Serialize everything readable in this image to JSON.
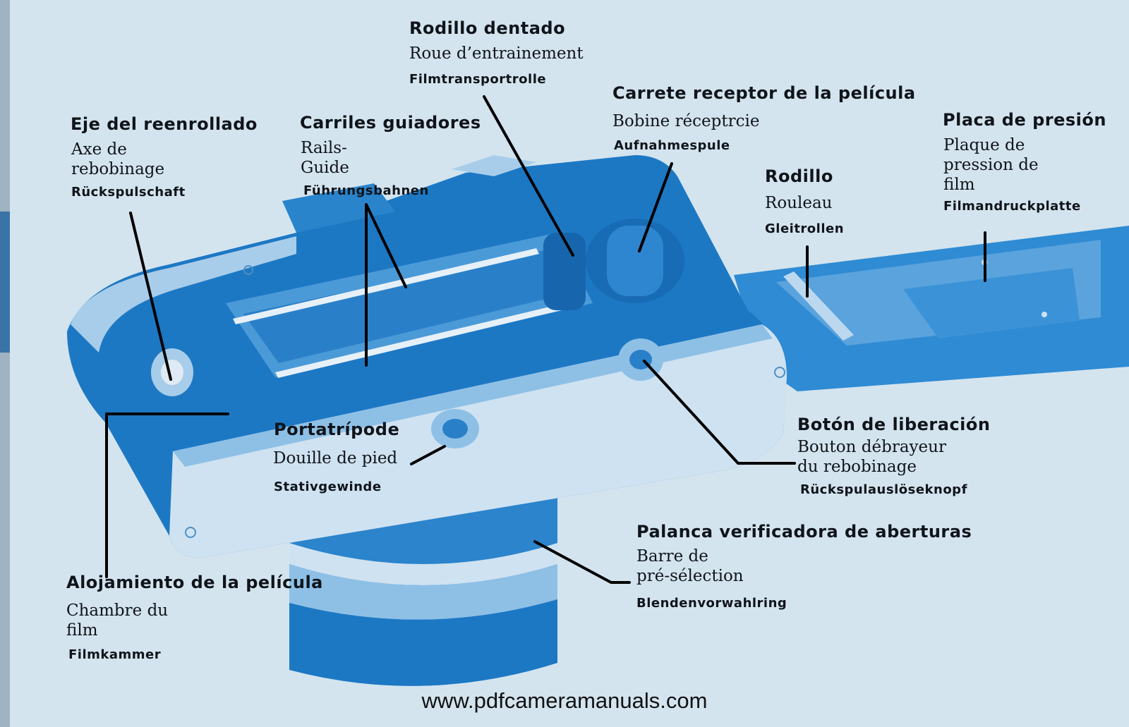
{
  "callouts": [
    {
      "es": "Rodillo dentado",
      "fr": "Roue d’entrainement",
      "de": "Filmtransportrolle"
    },
    {
      "es": "Carrete receptor de la película",
      "fr": "Bobine réceptrcie",
      "de": "Aufnahmespule"
    },
    {
      "es": "Placa de presión",
      "fr": "Plaque de\npression de\nfilm",
      "de": "Filmandruckplatte"
    },
    {
      "es": "Eje del reenrollado",
      "fr": "Axe de\nrebobinage",
      "de": "Rückspulschaft"
    },
    {
      "es": "Carriles guiadores",
      "fr": "Rails-\nGuide",
      "de": "Führungsbahnen"
    },
    {
      "es": "Rodillo",
      "fr": "Rouleau",
      "de": "Gleitrollen"
    },
    {
      "es": "Portatrípode",
      "fr": "Douille de pied",
      "de": "Stativgewinde"
    },
    {
      "es": "Botón de liberación",
      "fr": "Bouton débrayeur\ndu rebobinage",
      "de": "Rückspulauslöseknopf"
    },
    {
      "es": "Palanca verificadora de aberturas",
      "fr": "Barre de\npré-sélection",
      "de": "Blendenvorwahlring"
    },
    {
      "es": "Alojamiento de la película",
      "fr": "Chambre du\nfilm",
      "de": "Filmkammer"
    }
  ],
  "watermark": "www.pdfcameramanuals.com",
  "colors": {
    "background": "#d3e4ef",
    "camera_dark": "#1d78c4",
    "camera_mid": "#3e92d4",
    "camera_light": "#a8cdea",
    "camera_pale": "#cfe2f1",
    "text": "#10141a"
  }
}
